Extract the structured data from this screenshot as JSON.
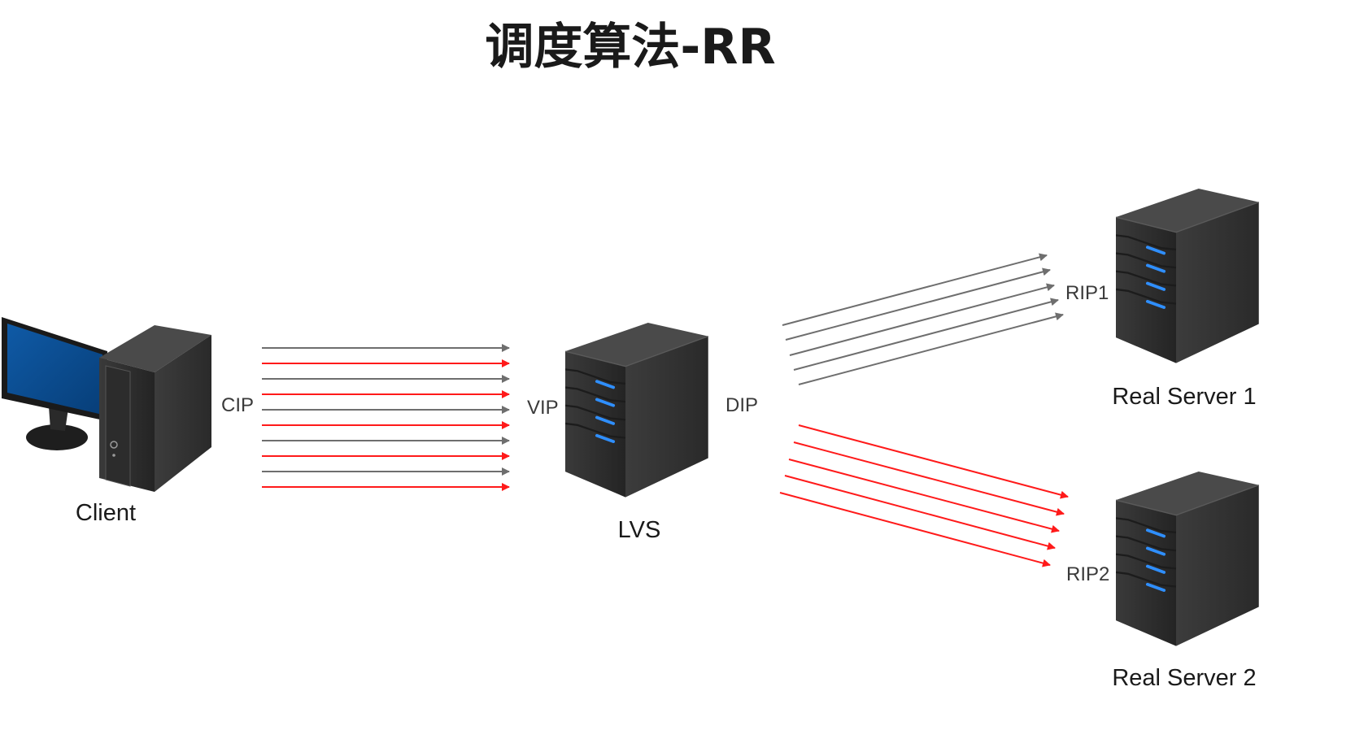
{
  "title": "调度算法-RR",
  "colors": {
    "gray_arrow": "#6e6e6e",
    "red_arrow": "#ff1a1a",
    "server_body": "#2f2f2f",
    "led": "#2f8fff",
    "monitor_screen": "#0b4f94"
  },
  "nodes": {
    "client": {
      "label": "Client",
      "port": "CIP",
      "icon": "desktop-computer-icon"
    },
    "lvs": {
      "label": "LVS",
      "port_in": "VIP",
      "port_out": "DIP",
      "icon": "server-tower-icon"
    },
    "real_server_1": {
      "label": "Real Server 1",
      "port": "RIP1",
      "icon": "server-tower-icon"
    },
    "real_server_2": {
      "label": "Real Server 2",
      "port": "RIP2",
      "icon": "server-tower-icon"
    }
  },
  "request_colors": [
    "gray",
    "red",
    "gray",
    "red",
    "gray",
    "red",
    "gray",
    "red",
    "gray",
    "red"
  ],
  "to_real_server_1_color": "gray",
  "to_real_server_2_color": "red"
}
